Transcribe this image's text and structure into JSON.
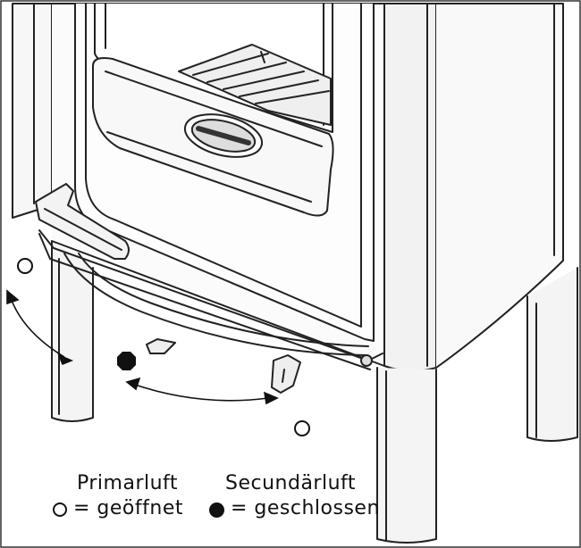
{
  "legend": {
    "primary_label": "Primarluft",
    "secondary_label": "Secundärluft",
    "open_text": "= geöffnet",
    "closed_text": "= geschlossen"
  },
  "symbols": {
    "open": "open-circle",
    "closed": "filled-circle"
  },
  "colors": {
    "line": "#222222",
    "background": "#ffffff",
    "shade": "#e6e6e6"
  }
}
